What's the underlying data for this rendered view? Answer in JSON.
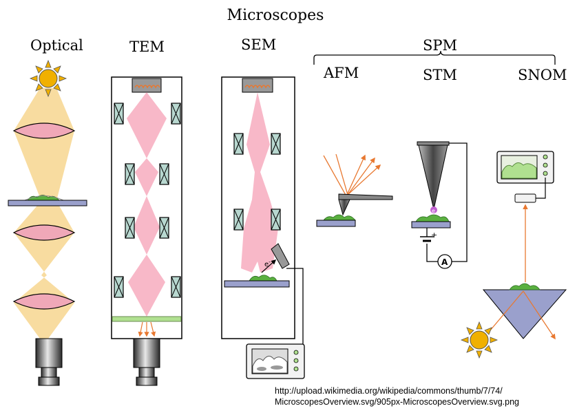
{
  "title": "Microscopes",
  "labels": {
    "optical": "Optical",
    "tem": "TEM",
    "sem": "SEM",
    "spm": "SPM",
    "afm": "AFM",
    "stm": "STM",
    "snom": "SNOM",
    "electron_symbol": "e",
    "electron_superscript": "-",
    "plus_sign": "+",
    "ammeter": "A",
    "tip_electron": "e"
  },
  "source": {
    "line1": "http://upload.wikimedia.org/wikipedia/commons/thumb/7/74/",
    "line2": "MicroscopesOverview.svg/905px-MicroscopesOverview.svg.png"
  },
  "colors": {
    "light_beam": "#f8dca0",
    "electron_beam": "#f8b8c8",
    "lens": "#f0a8b8",
    "slide": "#9aa0cc",
    "specimen": "#5ab040",
    "sun": "#f0b000",
    "magnet": "#b8d8d0",
    "laser": "#e87830",
    "screen": "#b0e090"
  }
}
